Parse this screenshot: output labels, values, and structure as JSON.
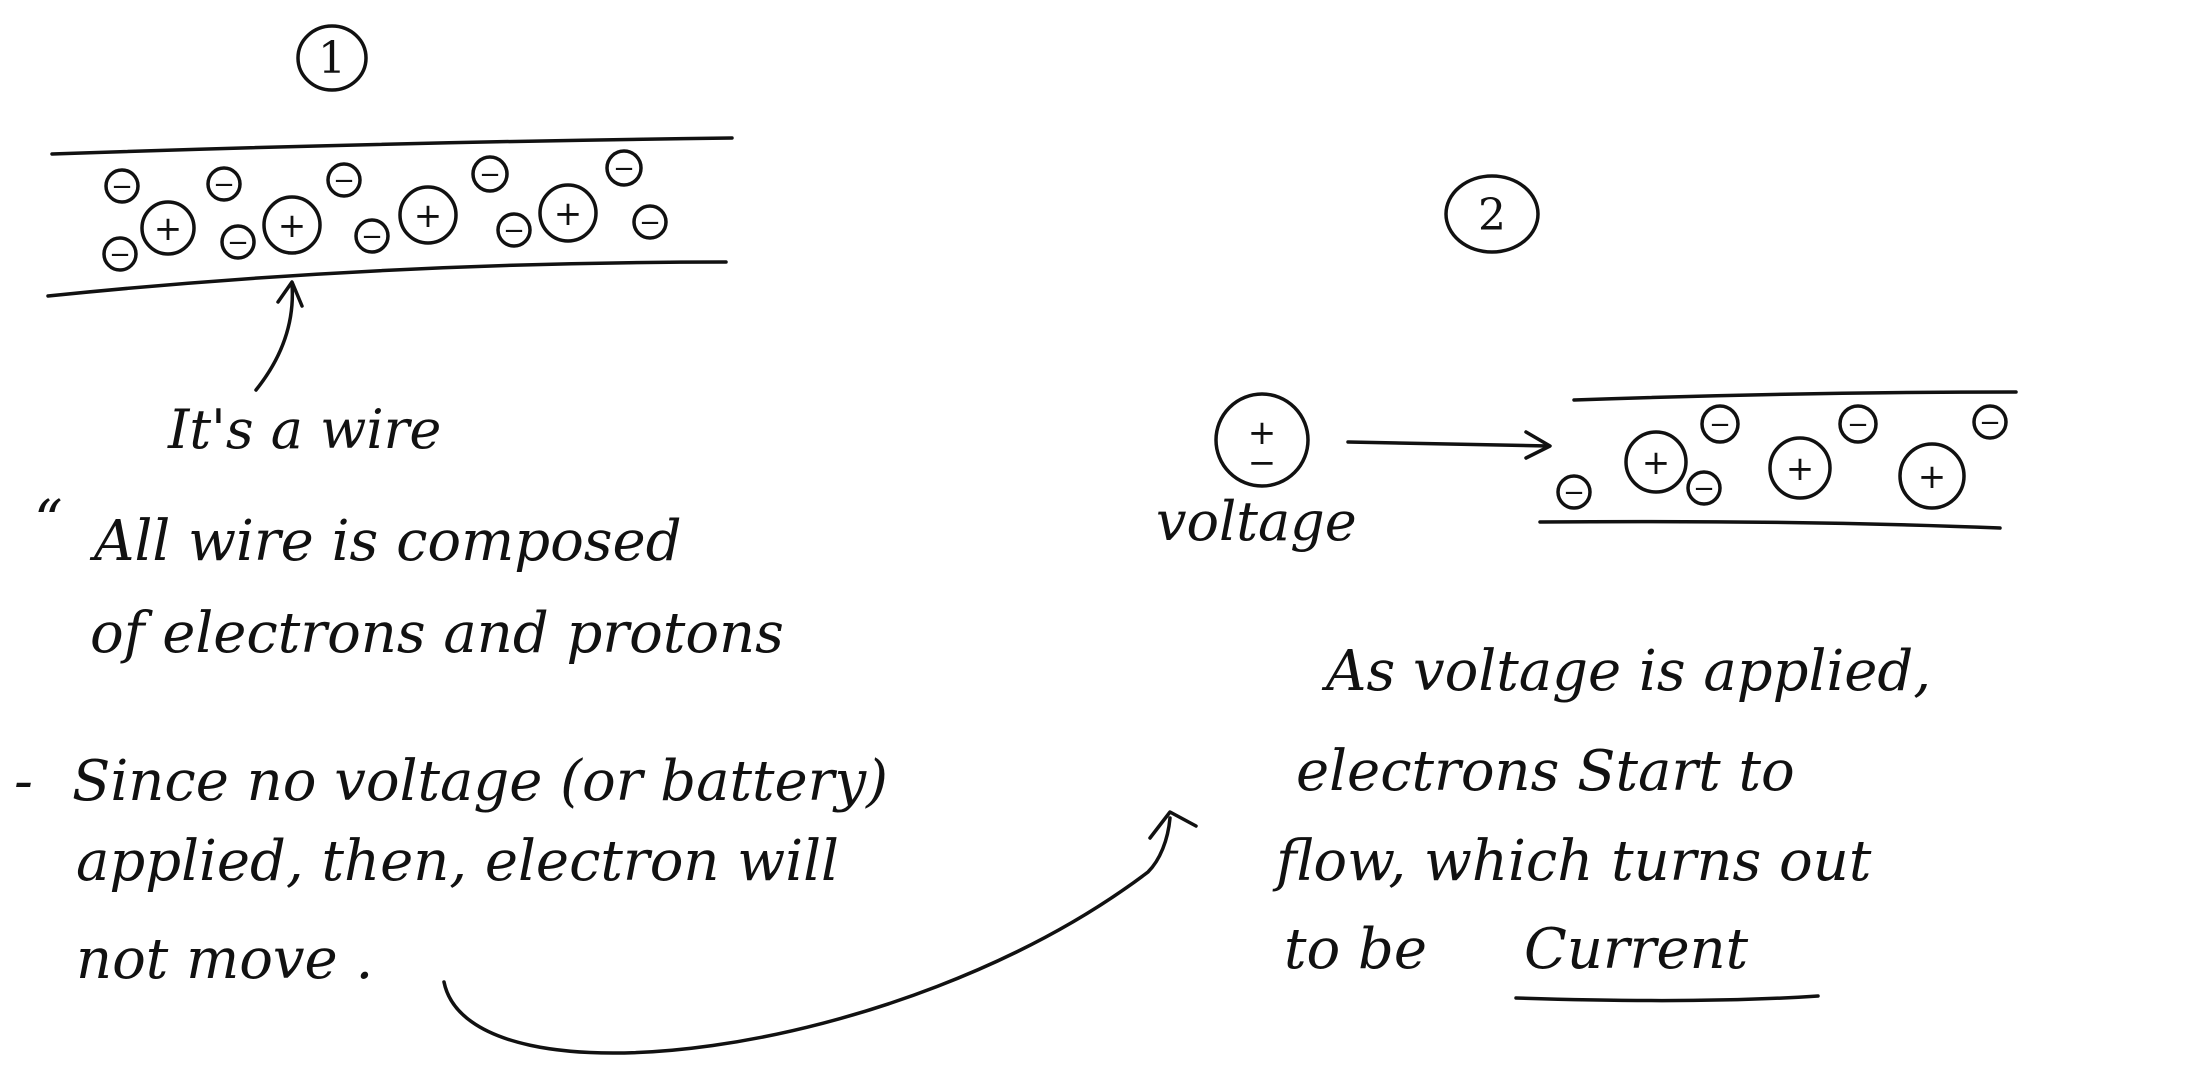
{
  "panel1": {
    "number": "1",
    "proton_sign": "+",
    "electron_sign": "−",
    "label": "It's a wire",
    "bullet_mark": "“",
    "note_line1": "All wire is composed",
    "note_line2": "of electrons and protons",
    "dash_mark": "-",
    "note2_line1": "Since no voltage (or battery)",
    "note2_line2": "applied, then, electron will",
    "note2_line3": "not move ."
  },
  "panel2": {
    "number": "2",
    "battery_sign": "+",
    "battery_minus": "−",
    "voltage_label": "voltage",
    "note_line1": "As voltage is applied,",
    "note_line2": "electrons Start to",
    "note_line3": "flow, which turns out",
    "note_line4_prefix": "to be",
    "note_line4_emph": "Current"
  },
  "colors": {
    "ink": "#111111",
    "paper": "#ffffff"
  }
}
